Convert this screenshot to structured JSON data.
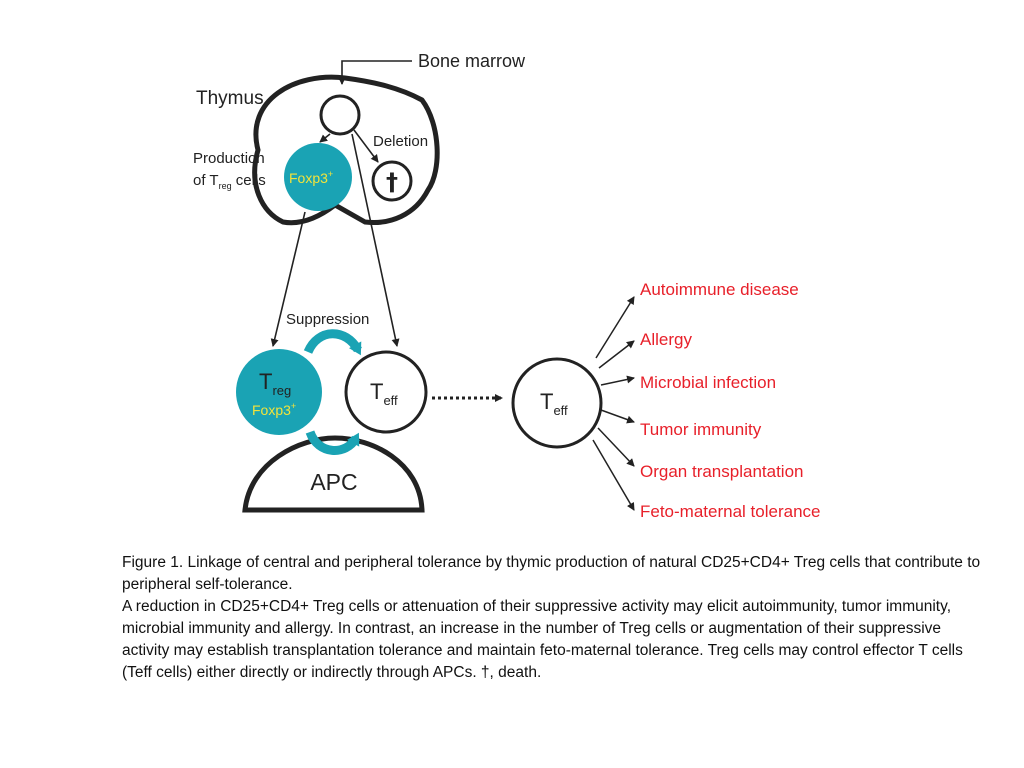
{
  "diagram": {
    "bone_marrow": "Bone marrow",
    "thymus": "Thymus",
    "deletion": "Deletion",
    "dagger": "†",
    "production_line1": "Production",
    "production_of": "of T",
    "production_sub": "reg",
    "production_cells": " cells",
    "foxp3": "Foxp3",
    "foxp3_sup": "+",
    "suppression": "Suppression",
    "treg_T": "T",
    "treg_sub": "reg",
    "teff_T": "T",
    "teff_sub": "eff",
    "apc": "APC",
    "outcomes": [
      "Autoimmune disease",
      "Allergy",
      "Microbial infection",
      "Tumor immunity",
      "Organ transplantation",
      "Feto-maternal tolerance"
    ]
  },
  "colors": {
    "treg_fill": "#1aa3b4",
    "foxp3_text": "#f2e33a",
    "outcome_text": "#e8202a",
    "line": "#222222"
  },
  "caption": {
    "para1": "Figure 1. Linkage of central and peripheral tolerance by thymic production of natural CD25+CD4+ Treg cells that contribute to peripheral self-tolerance.",
    "para2": "A reduction in CD25+CD4+ Treg cells or attenuation of their suppressive activity may elicit autoimmunity, tumor immunity, microbial immunity and allergy. In contrast, an increase in the number of Treg cells or augmentation of their suppressive activity may establish transplantation tolerance and maintain feto-maternal tolerance. Treg cells may control effector T cells (Teff cells) either directly or indirectly through APCs. †, death."
  }
}
